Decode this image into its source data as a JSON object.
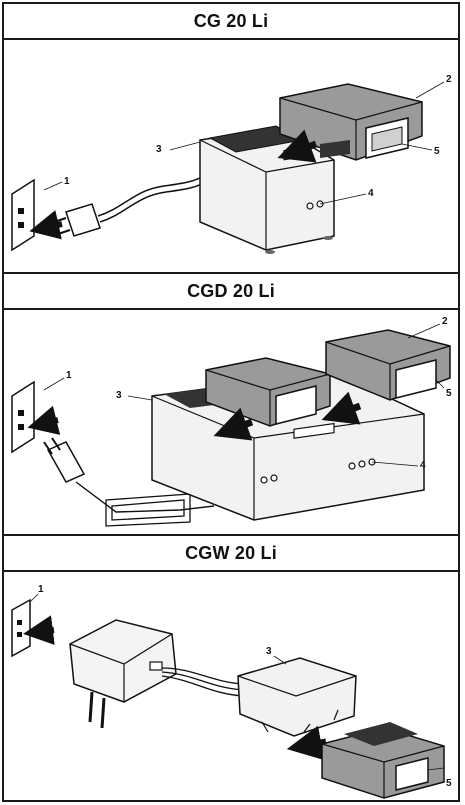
{
  "panels": [
    {
      "title": "CG 20 Li",
      "callouts": [
        "1",
        "2",
        "3",
        "4",
        "5"
      ]
    },
    {
      "title": "CGD 20 Li",
      "callouts": [
        "1",
        "2",
        "3",
        "4",
        "5"
      ]
    },
    {
      "title": "CGW 20 Li",
      "callouts": [
        "1",
        "3",
        "5"
      ]
    }
  ],
  "colors": {
    "line": "#1a1a1a",
    "battery_dark": "#8a8a8a",
    "battery_light": "#c8c8c8",
    "charger": "#f2f2f2"
  }
}
